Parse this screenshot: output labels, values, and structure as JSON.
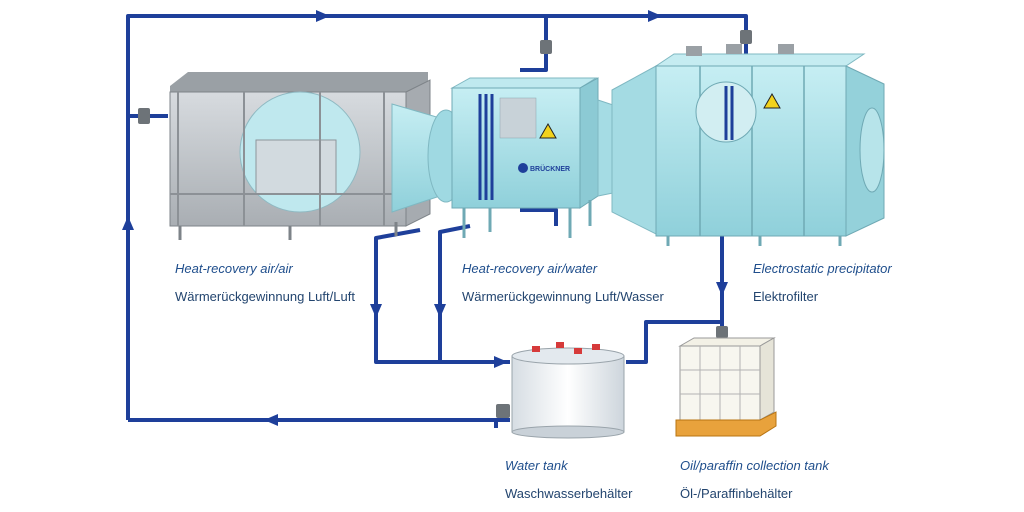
{
  "colors": {
    "pipe": "#1e3f9a",
    "equipment": "#aee3ea",
    "equipment_dark": "#7fc6d2",
    "frame": "#b9bec3",
    "frame_dark": "#8c9196",
    "tank": "#eef2f5",
    "pallet": "#e8a23c",
    "text": "#1f4e8c"
  },
  "components": {
    "hr_air_air": {
      "en": "Heat-recovery air/air",
      "de": "Wärmerückgewinnung Luft/Luft"
    },
    "hr_air_water": {
      "en": "Heat-recovery air/water",
      "de": "Wärmerückgewinnung Luft/Wasser"
    },
    "esp": {
      "en": "Electrostatic precipitator",
      "de": "Elektrofilter"
    },
    "water_tank": {
      "en": "Water tank",
      "de": "Waschwasserbehälter"
    },
    "oil_tank": {
      "en": "Oil/paraffin collection tank",
      "de": "Öl-/Paraffinbehälter"
    }
  },
  "brand_logo": "BRÜCKNER",
  "icons": [
    "flow-arrow-icon",
    "valve-icon",
    "warning-sign-icon",
    "brueckner-logo-icon"
  ]
}
